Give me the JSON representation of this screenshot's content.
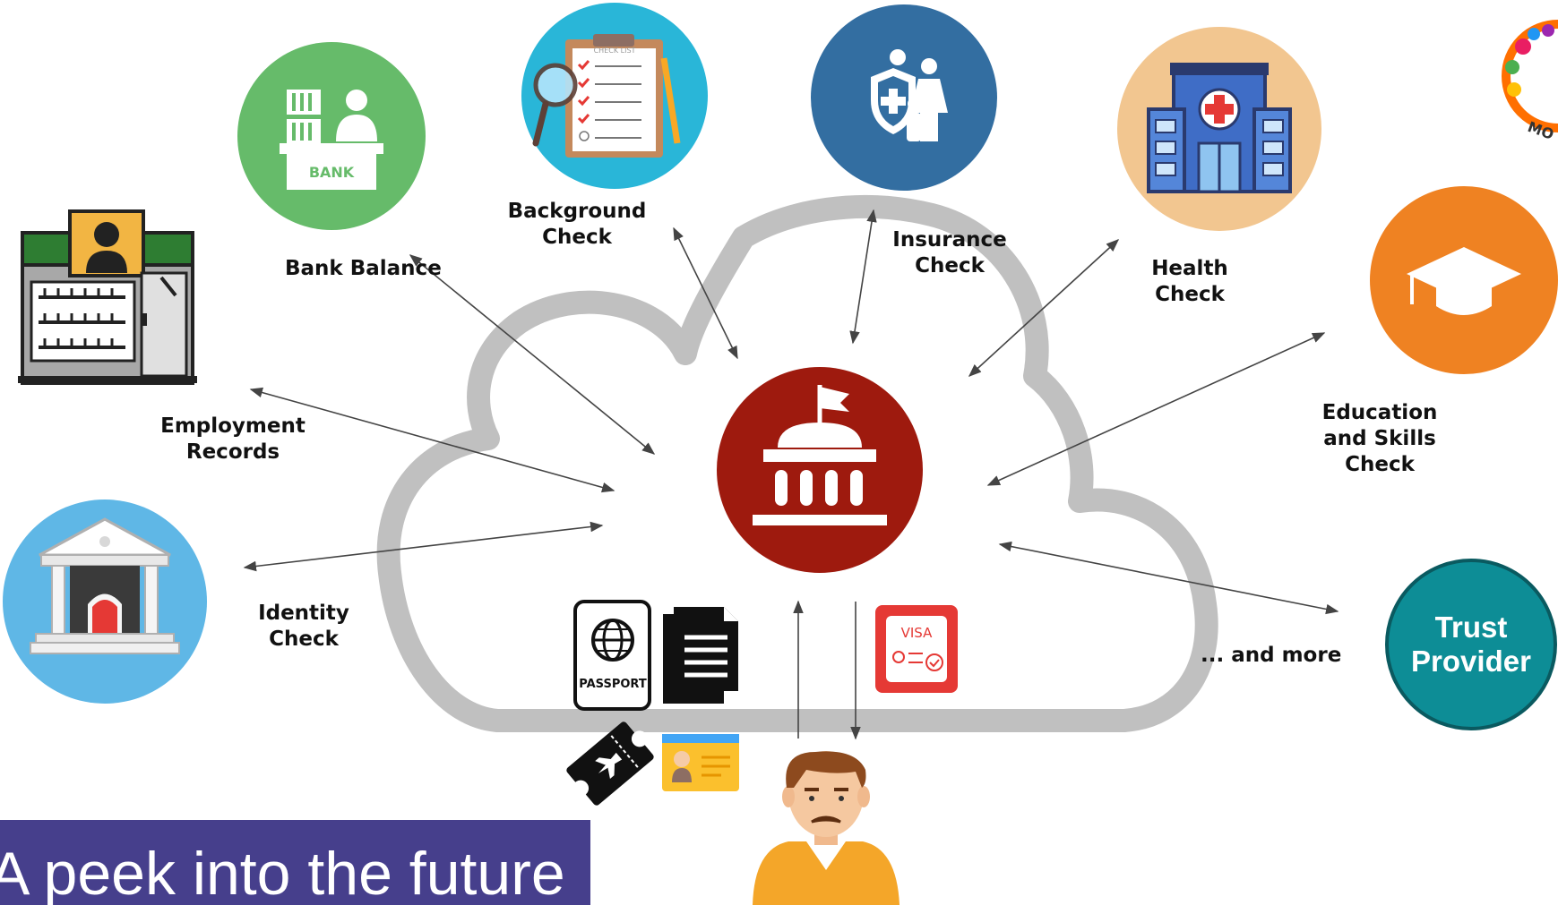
{
  "nodes": {
    "bank_balance": "Bank Balance",
    "background_check": [
      "Background",
      "Check"
    ],
    "insurance_check": [
      "Insurance",
      "Check"
    ],
    "health_check": [
      "Health",
      "Check"
    ],
    "employment_records": [
      "Employment",
      "Records"
    ],
    "education_check": [
      "Education",
      "and Skills",
      "Check"
    ],
    "identity_check": [
      "Identity",
      "Check"
    ],
    "and_more": "... and more",
    "trust_provider": [
      "Trust",
      "Provider"
    ]
  },
  "icons": {
    "bank_sign": "BANK",
    "checklist_header": "CHECK LIST",
    "passport_label": "PASSPORT",
    "visa_label": "VISA",
    "logo_text": "MO"
  },
  "banner": "A peek into the future",
  "colors": {
    "bank": "#66bb6a",
    "background": "#29b6d8",
    "insurance": "#336ea1",
    "health": "#f2c690",
    "education": "#ef8222",
    "government": "#9e1a0e",
    "identity": "#5fb7e6",
    "trust": "#0d8d96",
    "cloud": "#c0c0c0",
    "banner": "#463f8c"
  }
}
